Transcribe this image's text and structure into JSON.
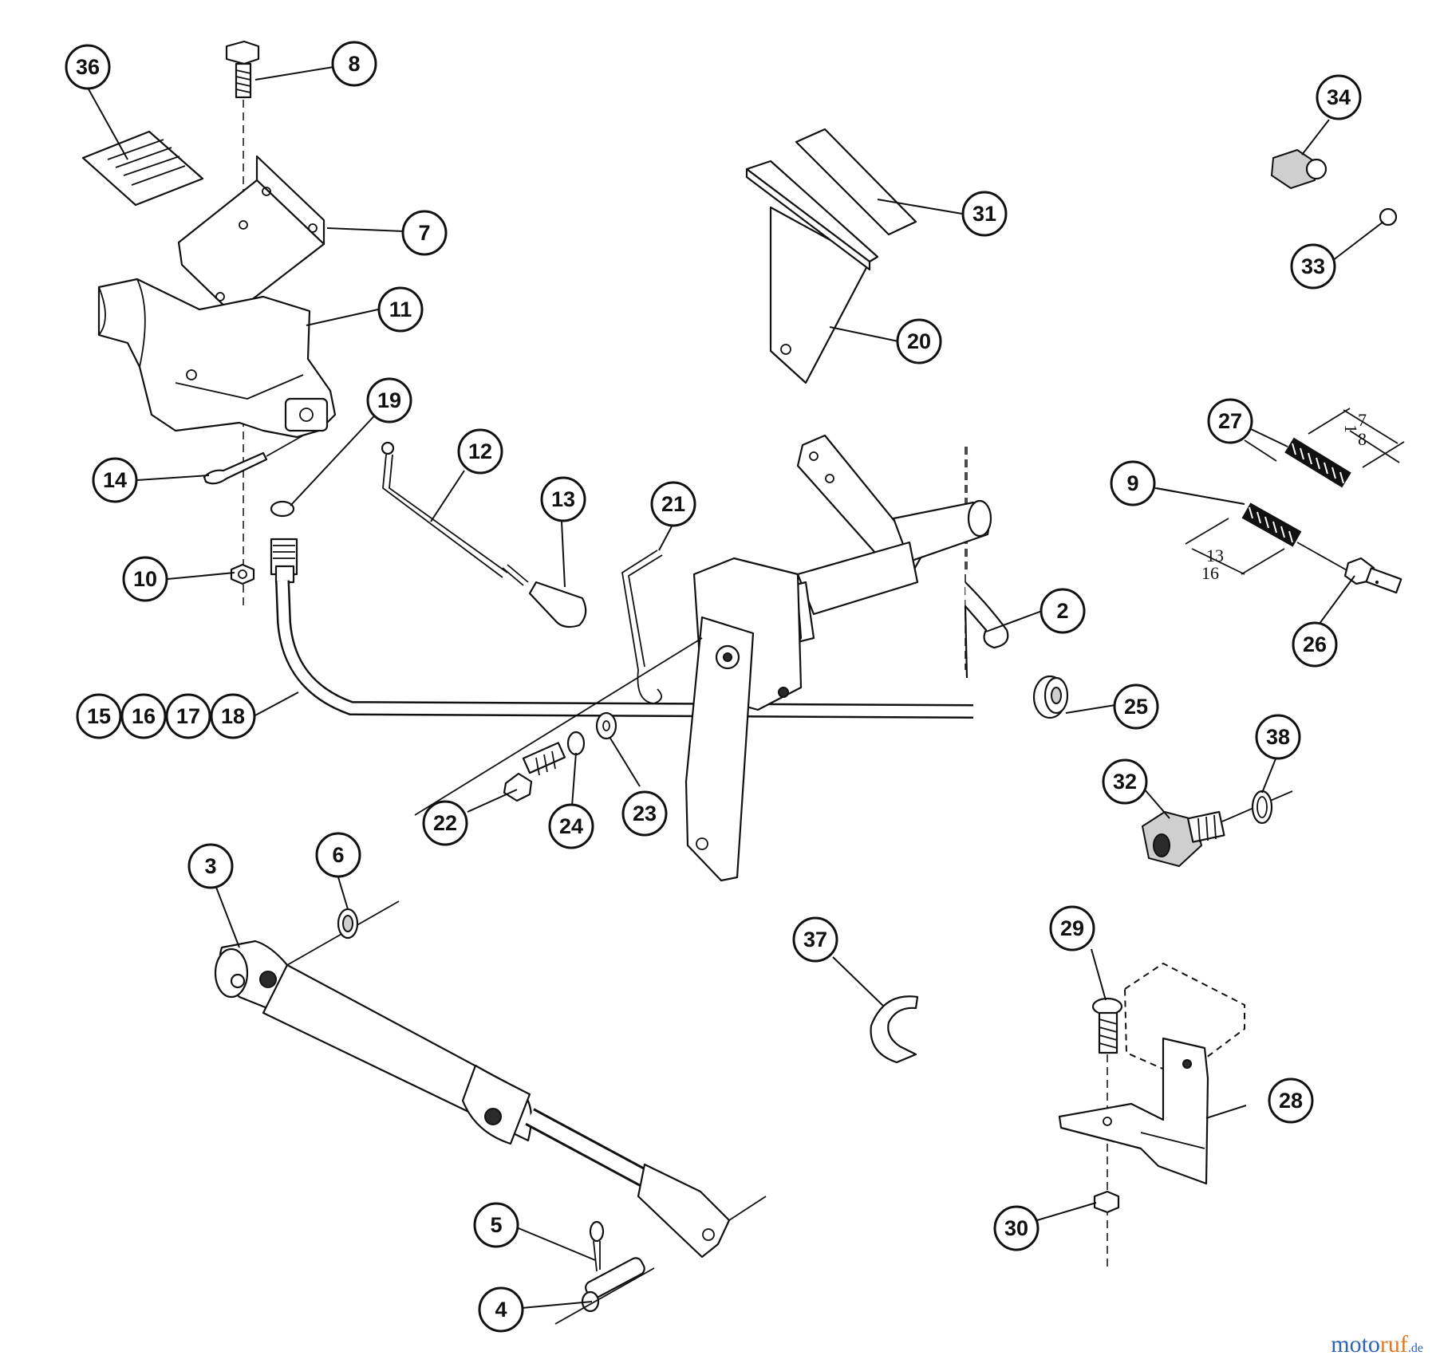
{
  "callouts": {
    "36": "36",
    "8": "8",
    "7": "7",
    "11": "11",
    "14": "14",
    "19": "19",
    "10": "10",
    "12": "12",
    "13": "13",
    "21": "21",
    "15": "15",
    "16": "16",
    "17": "17",
    "18": "18",
    "31": "31",
    "20": "20",
    "34": "34",
    "33": "33",
    "27": "27",
    "9": "9",
    "26": "26",
    "2": "2",
    "25": "25",
    "38": "38",
    "32": "32",
    "22": "22",
    "24": "24",
    "23": "23",
    "3": "3",
    "6": "6",
    "37": "37",
    "29": "29",
    "28": "28",
    "30": "30",
    "5": "5",
    "4": "4"
  },
  "dimensions": {
    "spring_27_whole": "1",
    "spring_27_num": "7",
    "spring_27_den": "8",
    "spring_9_num": "13",
    "spring_9_den": "16"
  },
  "watermark": {
    "part_a": "moto",
    "part_b": "ruf",
    "part_c": ".de"
  }
}
